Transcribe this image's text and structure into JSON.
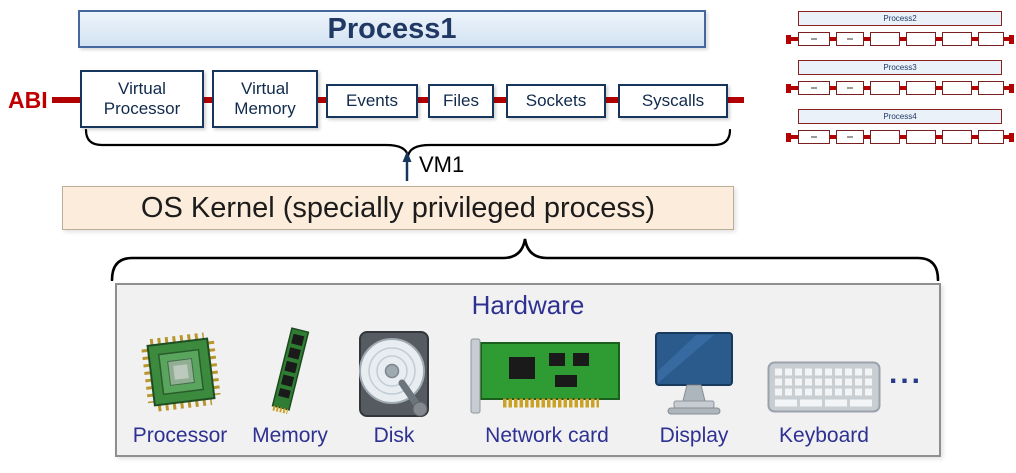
{
  "abi_label": "ABI",
  "vm1_label": "VM1",
  "process1": {
    "title": "Process1",
    "components": [
      "Virtual Processor",
      "Virtual Memory",
      "Events",
      "Files",
      "Sockets",
      "Syscalls"
    ]
  },
  "os_kernel": {
    "label": "OS Kernel (specially privileged process)"
  },
  "mini_processes": [
    {
      "title": "Process2"
    },
    {
      "title": "Process3"
    },
    {
      "title": "Process4"
    }
  ],
  "hardware": {
    "title": "Hardware",
    "ellipsis": "...",
    "items": [
      {
        "label": "Processor",
        "icon": "cpu-icon"
      },
      {
        "label": "Memory",
        "icon": "ram-icon"
      },
      {
        "label": "Disk",
        "icon": "disk-icon"
      },
      {
        "label": "Network card",
        "icon": "network-card-icon"
      },
      {
        "label": "Display",
        "icon": "monitor-icon"
      },
      {
        "label": "Keyboard",
        "icon": "keyboard-icon"
      }
    ]
  },
  "colors": {
    "abi_red": "#b30000",
    "process_title_blue": "#1f3864",
    "kernel_bg": "#fcecdb",
    "hardware_label_blue": "#2e3192"
  }
}
